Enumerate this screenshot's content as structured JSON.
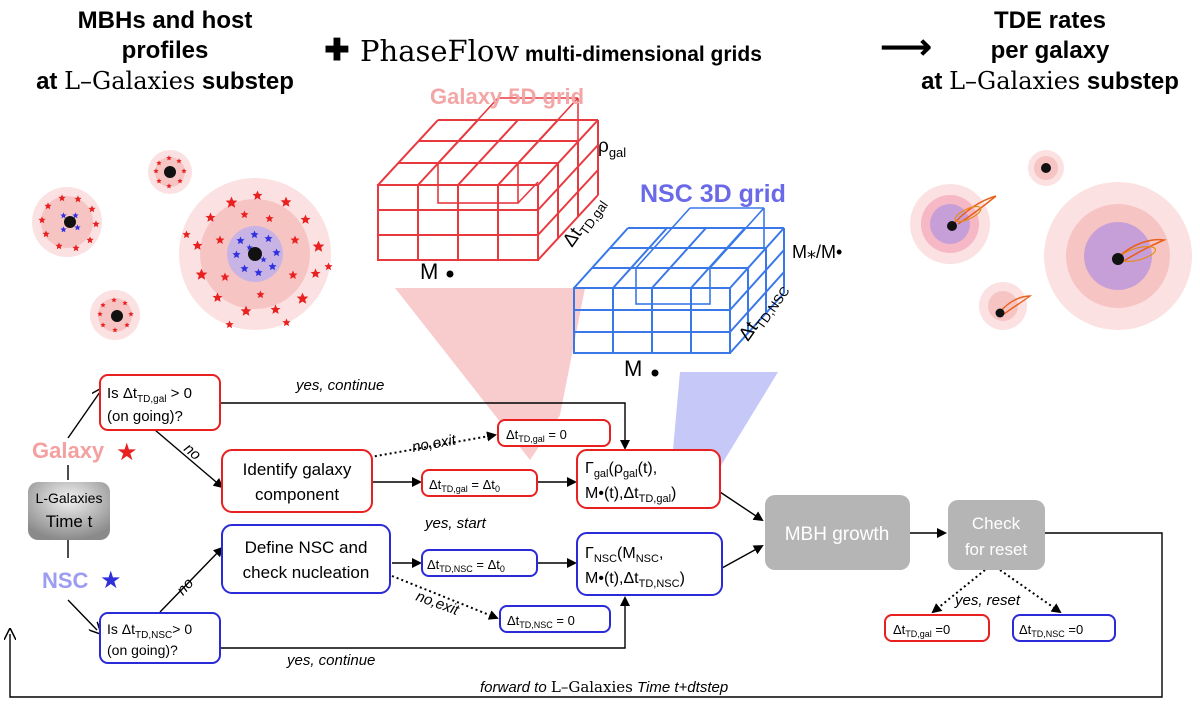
{
  "header": {
    "left_line1": "MBHs and host",
    "left_line2": "profiles",
    "left_line3_at": "at ",
    "left_line3_code": "L–Galaxies",
    "left_line3_sub": " substep",
    "plus_symbol": "✚",
    "middle_code": "PhaseFlow",
    "middle_rest": " multi-dimensional grids",
    "arrow_symbol": "⟶",
    "right_line1": "TDE rates",
    "right_line2": "per galaxy",
    "right_line3_at": "at ",
    "right_line3_code": "L–Galaxies",
    "right_line3_sub": " substep"
  },
  "galaxy_grid": {
    "title": "Galaxy 5D grid",
    "axis_rho": "ρ",
    "axis_rho_sub": "gal",
    "axis_dt": "Δt",
    "axis_dt_sub": "TD,gal",
    "axis_m": "M",
    "color": "#e8393f"
  },
  "nsc_grid": {
    "title": "NSC 3D grid",
    "axis_ratio": "M⁎/M•",
    "axis_dt": "Δt",
    "axis_dt_sub": "TD,NSC",
    "axis_m": "M",
    "color": "#3a78e8"
  },
  "flow": {
    "lgal_line1": "L-Galaxies",
    "lgal_line2": "Time t",
    "galaxy_label": "Galaxy",
    "nsc_label": "NSC",
    "star_symbol": "★",
    "q_gal_line1_a": "Is Δt",
    "q_gal_line1_sub": "TD,gal",
    "q_gal_line1_b": " > 0",
    "q_gal_line2": "(on going)?",
    "q_nsc_line1_a": "Is Δt",
    "q_nsc_line1_sub": "TD,NSC",
    "q_nsc_line1_b": "> 0",
    "q_nsc_line2": "(on going)?",
    "identify_line1": "Identify galaxy",
    "identify_line2": "component",
    "define_line1": "Define NSC and",
    "define_line2": "check nucleation",
    "set_gal_a": "Δt",
    "set_gal_sub": "TD,gal",
    "set_gal_b": " = Δt",
    "set_gal_sub0": "0",
    "set_nsc_a": "Δt",
    "set_nsc_sub": "TD,NSC",
    "set_nsc_b": " = Δt",
    "set_nsc_sub0": "0",
    "exit_gal_a": "Δt",
    "exit_gal_sub": "TD,gal",
    "exit_gal_b": " =  0",
    "exit_nsc_a": "Δt",
    "exit_nsc_sub": "TD,NSC",
    "exit_nsc_b": " = 0",
    "rate_gal_line1_a": "Γ",
    "rate_gal_line1_sub": "gal",
    "rate_gal_line1_b": "(ρ",
    "rate_gal_line1_sub2": "gal",
    "rate_gal_line1_c": "(t),",
    "rate_gal_line2_a": "M",
    "rate_gal_line2_b": "(t),Δt",
    "rate_gal_line2_sub": "TD,gal",
    "rate_gal_line2_c": ")",
    "rate_nsc_line1_a": "Γ",
    "rate_nsc_line1_sub": "NSC",
    "rate_nsc_line1_b": "(M",
    "rate_nsc_line1_sub2": "NSC",
    "rate_nsc_line1_c": ",",
    "rate_nsc_line2_a": "M",
    "rate_nsc_line2_b": "(t),Δt",
    "rate_nsc_line2_sub": "TD,NSC",
    "rate_nsc_line2_c": ")",
    "mbh_growth": "MBH growth",
    "check_line1": "Check",
    "check_line2": "for reset",
    "reset_gal_a": "Δt",
    "reset_gal_sub": "TD,gal",
    "reset_gal_b": " =0",
    "reset_nsc_a": "Δt",
    "reset_nsc_sub": "TD,NSC",
    "reset_nsc_b": " =0",
    "lbl_yes_continue_top": "yes, continue",
    "lbl_yes_continue_bottom": "yes, continue",
    "lbl_no_exit_top": "no,exit",
    "lbl_no_exit_bottom": "no,exit",
    "lbl_no_top": "no",
    "lbl_no_bottom": "no",
    "lbl_yes_start": "yes, start",
    "lbl_yes_reset": "yes, reset",
    "lbl_forward_a": "forward to ",
    "lbl_forward_code": "L–Galaxies",
    "lbl_forward_b": " Time t+dtstep",
    "color_galaxy": "#e8393f",
    "color_nsc": "#3a3ad8",
    "color_galaxy_label": "#f4a0a0",
    "color_nsc_label": "#9c9cf0"
  }
}
